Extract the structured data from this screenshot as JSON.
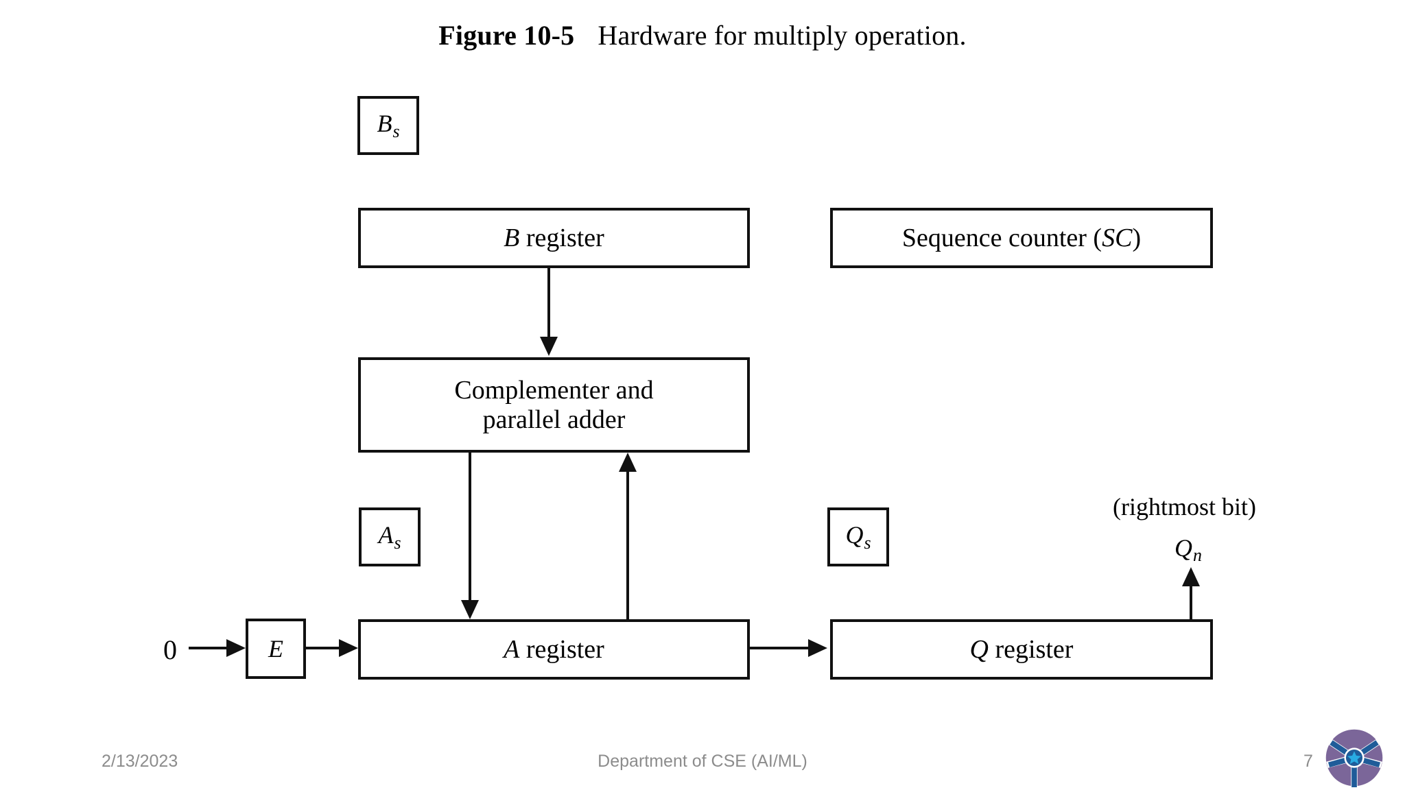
{
  "figure": {
    "label": "Figure 10-5",
    "title": "Hardware for multiply operation."
  },
  "diagram": {
    "boxes": [
      {
        "name": "bs-flag",
        "text": "Bs",
        "base": "B",
        "sub": "s"
      },
      {
        "name": "b-register",
        "text": "B register"
      },
      {
        "name": "sequence-counter",
        "text": "Sequence counter (SC)"
      },
      {
        "name": "complementer-adder",
        "text": "Complementer and\nparallel adder"
      },
      {
        "name": "as-flag",
        "text": "As",
        "base": "A",
        "sub": "s"
      },
      {
        "name": "qs-flag",
        "text": "Qs",
        "base": "Q",
        "sub": "s"
      },
      {
        "name": "e-flag",
        "text": "E"
      },
      {
        "name": "a-register",
        "text": "A register"
      },
      {
        "name": "q-register",
        "text": "Q register"
      }
    ],
    "labels": {
      "zero_input": "0",
      "rightmost_bit": "(rightmost bit)",
      "qn_base": "Q",
      "qn_sub": "n"
    }
  },
  "footer": {
    "date": "2/13/2023",
    "center": "Department of CSE (AI/ML)",
    "page": "7"
  },
  "colors": {
    "ink": "#111111",
    "page_background": "#ffffff",
    "footer_text": "#8c8c8c",
    "logo_purple": "#7B6699",
    "logo_blue": "#1F5C99",
    "logo_star": "#29ABE2"
  }
}
